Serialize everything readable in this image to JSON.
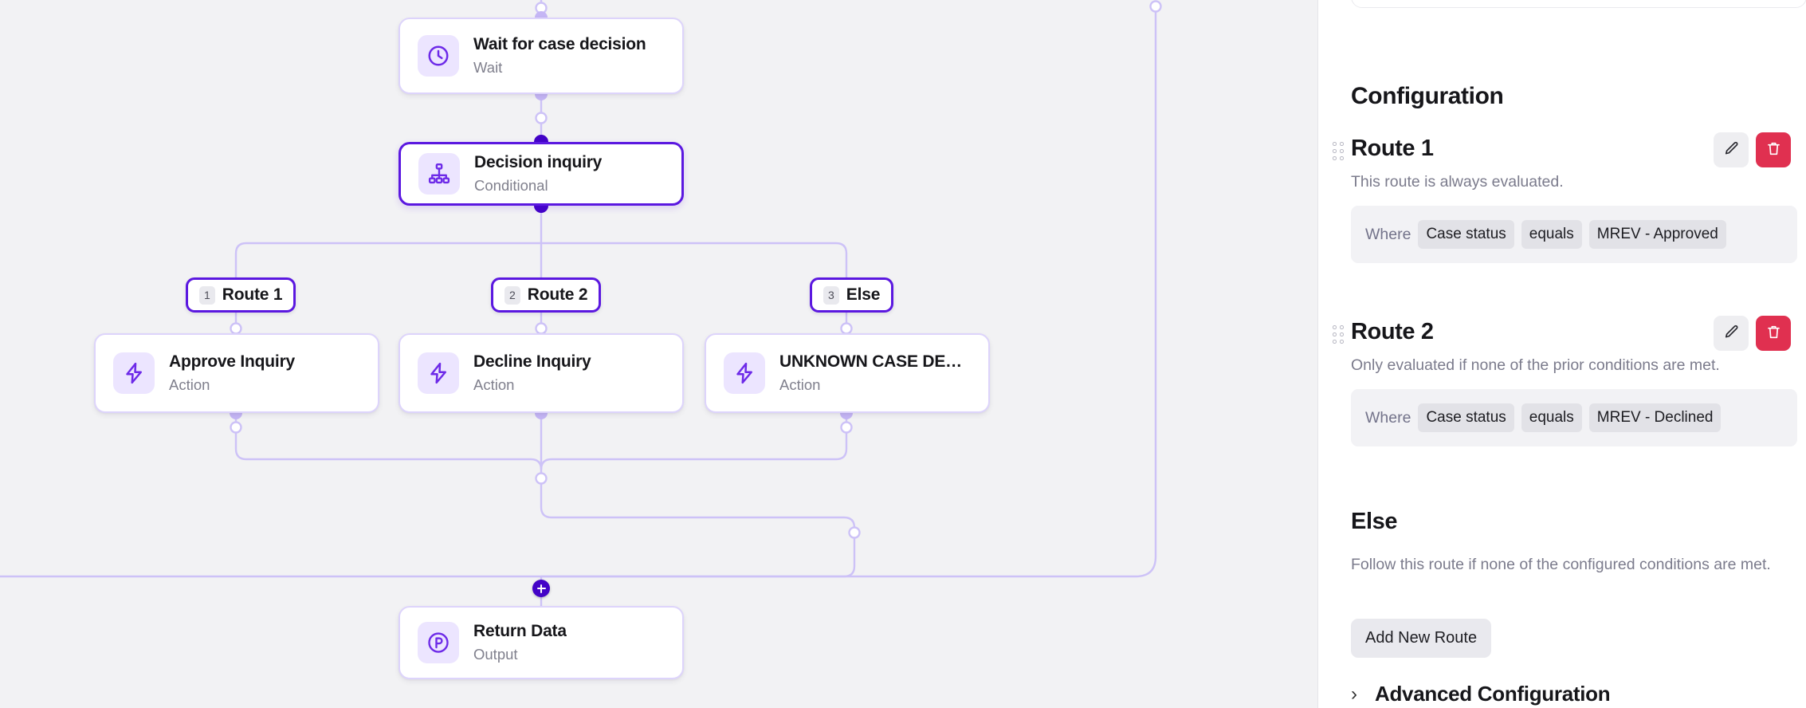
{
  "theme": {
    "canvas_bg": "#f2f2f4",
    "accent": "#5b18e0",
    "accent_deep": "#4303c7",
    "edge": "#cdc2f7",
    "icon_bg": "#ece5ff",
    "panel_bg": "#ffffff",
    "danger": "#e03050"
  },
  "canvas": {
    "nodes": [
      {
        "id": "wait",
        "title": "Wait for case decision",
        "subtitle": "Wait",
        "icon": "clock-icon",
        "selected": false
      },
      {
        "id": "decision",
        "title": "Decision inquiry",
        "subtitle": "Conditional",
        "icon": "sitemap-icon",
        "selected": true
      },
      {
        "id": "approve",
        "title": "Approve Inquiry",
        "subtitle": "Action",
        "icon": "lightning-icon",
        "selected": false
      },
      {
        "id": "decline",
        "title": "Decline Inquiry",
        "subtitle": "Action",
        "icon": "lightning-icon",
        "selected": false
      },
      {
        "id": "unknown",
        "title": "UNKNOWN CASE DECISI…",
        "subtitle": "Action",
        "icon": "lightning-icon",
        "selected": false
      },
      {
        "id": "return",
        "title": "Return Data",
        "subtitle": "Output",
        "icon": "output-p-icon",
        "selected": false
      }
    ],
    "route_badges": [
      {
        "num": "1",
        "label": "Route 1"
      },
      {
        "num": "2",
        "label": "Route 2"
      },
      {
        "num": "3",
        "label": "Else"
      }
    ],
    "add_node_button": "+"
  },
  "panel": {
    "heading": "Configuration",
    "routes": [
      {
        "name": "Route 1",
        "description": "This route is always evaluated.",
        "condition": {
          "where": "Where",
          "field": "Case status",
          "operator": "equals",
          "value": "MREV - Approved"
        },
        "edit_icon": "pencil-icon",
        "delete_icon": "trash-icon",
        "drag_icon": "drag-handle-icon"
      },
      {
        "name": "Route 2",
        "description": "Only evaluated if none of the prior conditions are met.",
        "condition": {
          "where": "Where",
          "field": "Case status",
          "operator": "equals",
          "value": "MREV - Declined"
        },
        "edit_icon": "pencil-icon",
        "delete_icon": "trash-icon",
        "drag_icon": "drag-handle-icon"
      }
    ],
    "else_section": {
      "title": "Else",
      "description": "Follow this route if none of the configured conditions are met."
    },
    "add_new_route_label": "Add New Route",
    "advanced": {
      "label": "Advanced Configuration",
      "chevron": "›",
      "expanded": false
    }
  }
}
